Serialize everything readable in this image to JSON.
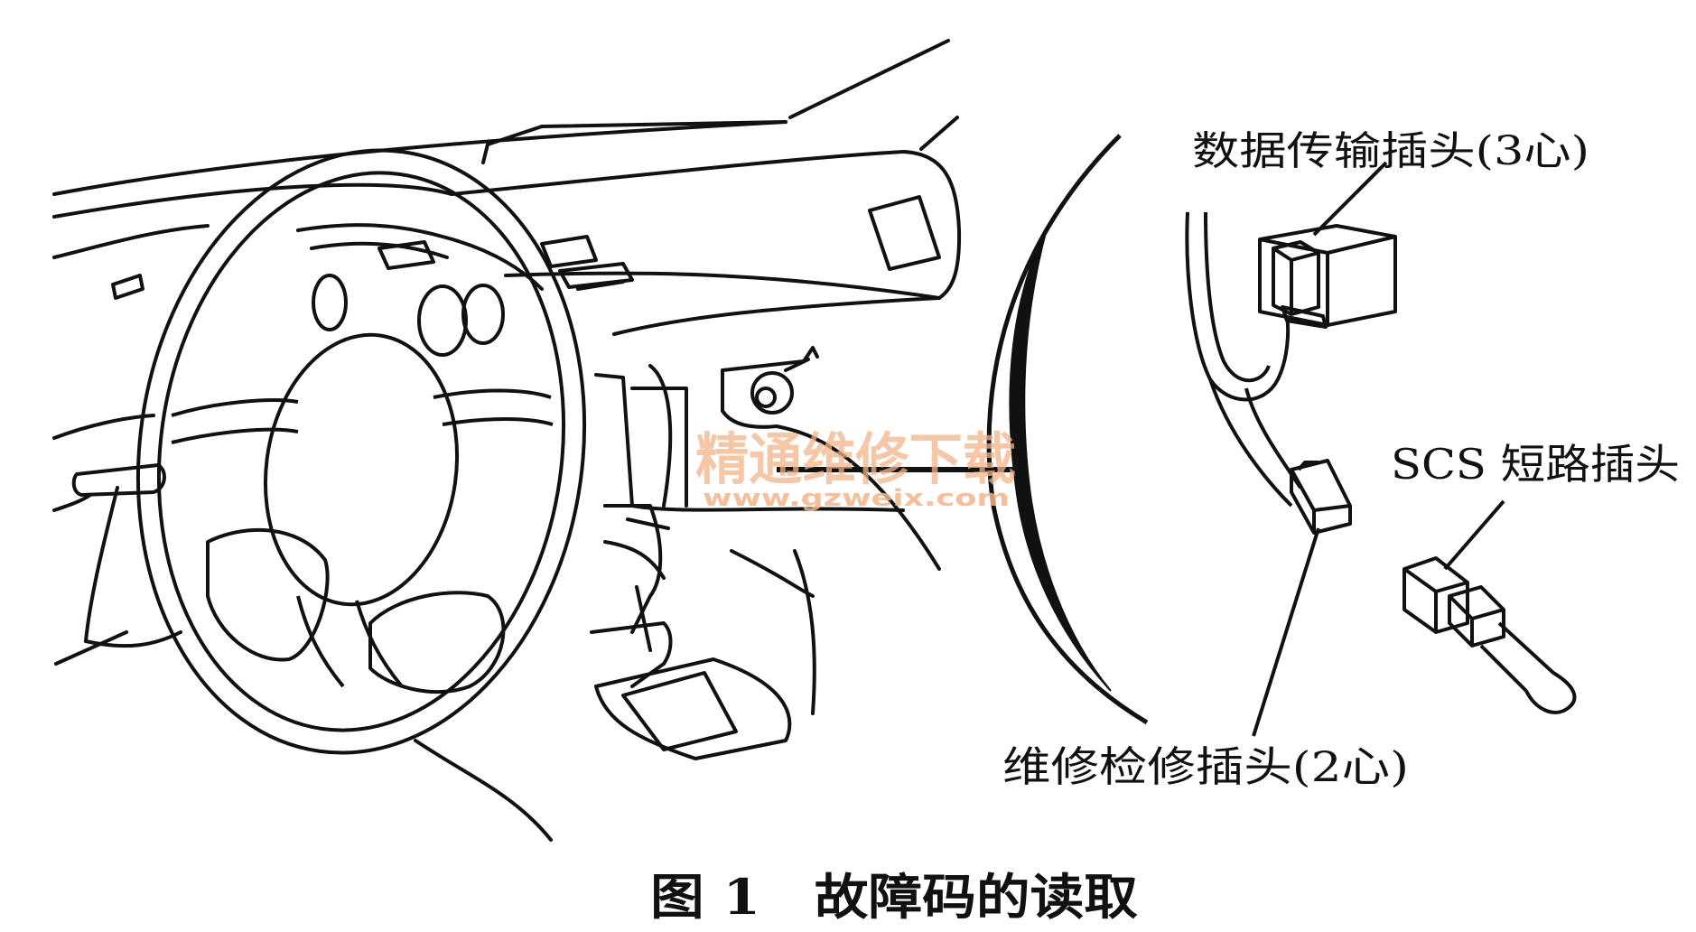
{
  "figure": {
    "caption": "图 1　故障码的读取"
  },
  "labels": {
    "data_connector": "数据传输插头(3心)",
    "scs_plug": "SCS 短路插头",
    "service_connector": "维修检修插头(2心)"
  },
  "watermark": {
    "text": "精通维修下载",
    "url": "www.gzweix.com",
    "color": "#f2b48a"
  },
  "colors": {
    "ink": "#111111",
    "background": "#ffffff"
  }
}
